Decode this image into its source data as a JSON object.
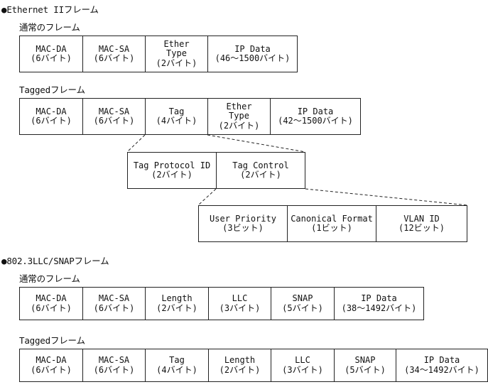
{
  "sections": {
    "ethernet2": {
      "title": "●Ethernet IIフレーム",
      "normal": {
        "label": "通常のフレーム",
        "fields": [
          {
            "name": "MAC-DA",
            "size": "(6バイト)"
          },
          {
            "name": "MAC-SA",
            "size": "(6バイト)"
          },
          {
            "name": "Ether Type",
            "size": "(2バイト)"
          },
          {
            "name": "IP Data",
            "size": "(46～1500バイト)"
          }
        ]
      },
      "tagged": {
        "label": "Taggedフレーム",
        "fields": [
          {
            "name": "MAC-DA",
            "size": "(6バイト)"
          },
          {
            "name": "MAC-SA",
            "size": "(6バイト)"
          },
          {
            "name": "Tag",
            "size": "(4バイト)"
          },
          {
            "name": "Ether Type",
            "size": "(2バイト)"
          },
          {
            "name": "IP Data",
            "size": "(42～1500バイト)"
          }
        ]
      },
      "tag_detail": {
        "fields": [
          {
            "name": "Tag Protocol ID",
            "size": "(2バイト)"
          },
          {
            "name": "Tag Control",
            "size": "(2バイト)"
          }
        ]
      },
      "tag_control_detail": {
        "fields": [
          {
            "name": "User Priority",
            "size": "(3ビット)"
          },
          {
            "name": "Canonical Format",
            "size": "(1ビット)"
          },
          {
            "name": "VLAN ID",
            "size": "(12ビット)"
          }
        ]
      }
    },
    "llc_snap": {
      "title": "●802.3LLC/SNAPフレーム",
      "normal": {
        "label": "通常のフレーム",
        "fields": [
          {
            "name": "MAC-DA",
            "size": "(6バイト)"
          },
          {
            "name": "MAC-SA",
            "size": "(6バイト)"
          },
          {
            "name": "Length",
            "size": "(2バイト)"
          },
          {
            "name": "LLC",
            "size": "(3バイト)"
          },
          {
            "name": "SNAP",
            "size": "(5バイト)"
          },
          {
            "name": "IP Data",
            "size": "(38～1492バイト)"
          }
        ]
      },
      "tagged": {
        "label": "Taggedフレーム",
        "fields": [
          {
            "name": "MAC-DA",
            "size": "(6バイト)"
          },
          {
            "name": "MAC-SA",
            "size": "(6バイト)"
          },
          {
            "name": "Tag",
            "size": "(4バイト)"
          },
          {
            "name": "Length",
            "size": "(2バイト)"
          },
          {
            "name": "LLC",
            "size": "(3バイト)"
          },
          {
            "name": "SNAP",
            "size": "(5バイト)"
          },
          {
            "name": "IP Data",
            "size": "(34～1492バイト)"
          }
        ]
      }
    }
  }
}
